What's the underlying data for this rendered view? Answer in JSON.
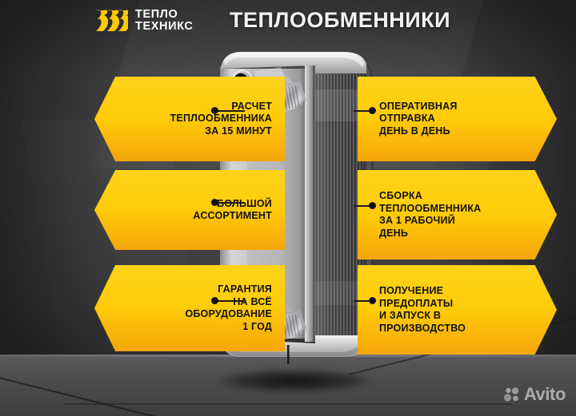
{
  "header": {
    "logo": {
      "icon": "flame-bars-logo-icon",
      "line1": "ТЕПЛО",
      "line2": "ТЕХНИКС",
      "color": "#FFC907"
    },
    "title": "ТЕПЛООБМЕННИКИ"
  },
  "product": {
    "name": "brazed-plate-heat-exchanger",
    "alt": "Паяный пластинчатый теплообменник"
  },
  "badges_left": [
    {
      "id": "badge-calculation",
      "lines": [
        "РАСЧЕТ",
        "ТЕПЛООБМЕННИКА",
        "ЗА 15 МИНУТ"
      ]
    },
    {
      "id": "badge-assortment",
      "lines": [
        "БОЛЬШОЙ",
        "АССОРТИМЕНТ"
      ]
    },
    {
      "id": "badge-warranty",
      "lines": [
        "ГАРАНТИЯ",
        "НА ВСЁ",
        "ОБОРУДОВАНИЕ",
        "1 ГОД"
      ]
    }
  ],
  "badges_right": [
    {
      "id": "badge-shipping",
      "lines": [
        "ОПЕРАТИВНАЯ",
        "ОТПРАВКА",
        "ДЕНЬ В ДЕНЬ"
      ]
    },
    {
      "id": "badge-assembly",
      "lines": [
        "СБОРКА",
        "ТЕПЛООБМЕННИКА",
        "ЗА 1 РАБОЧИЙ",
        "ДЕНЬ"
      ]
    },
    {
      "id": "badge-prepayment",
      "lines": [
        "ПОЛУЧЕНИЕ",
        "ПРЕДОПЛАТЫ",
        "И ЗАПУСК В",
        "ПРОИЗВОДСТВО"
      ]
    }
  ],
  "watermark": {
    "label": "Avito",
    "icon": "avito-dots-icon"
  },
  "colors": {
    "badge_yellow": "#FFCC08",
    "badge_orange": "#F5A60A",
    "background_dark": "#3A3A3C",
    "text_dark": "#121212",
    "text_light": "#F2F2F2"
  }
}
